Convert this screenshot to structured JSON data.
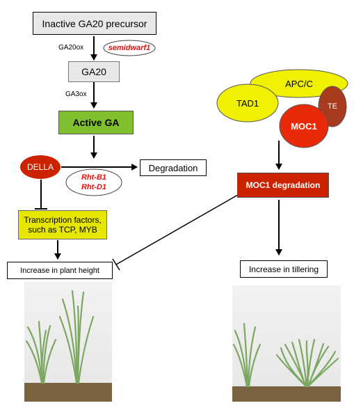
{
  "pathway_left": {
    "precursor": "Inactive GA20 precursor",
    "enzyme1": "GA20ox",
    "mutant1": "semidwarf1",
    "ga20": "GA20",
    "enzyme2": "GA3ox",
    "active_ga": "Active GA",
    "della": "DELLA",
    "degradation": "Degradation",
    "rht_b1": "Rht-B1",
    "rht_d1": "Rht-D1",
    "tf_line1": "Transcription factors,",
    "tf_line2": "such as TCP, MYB",
    "height": "Increase in plant height"
  },
  "pathway_right": {
    "apcc": "APC/C",
    "tad1": "TAD1",
    "te": "TE",
    "moc1": "MOC1",
    "moc1_degradation": "MOC1 degradation",
    "tillering": "Increase in tillering"
  },
  "colors": {
    "gray_box": "#e8e8e8",
    "active_ga_green": "#80bf30",
    "della_red": "#cc2200",
    "mutant_red": "#e01010",
    "yellow_box": "#e6e600",
    "apc_yellow": "#f0f000",
    "te_brown": "#a83a1e",
    "moc1_red": "#e82a0a",
    "soil": "#7a6440",
    "plant_green": "#7aa860"
  }
}
